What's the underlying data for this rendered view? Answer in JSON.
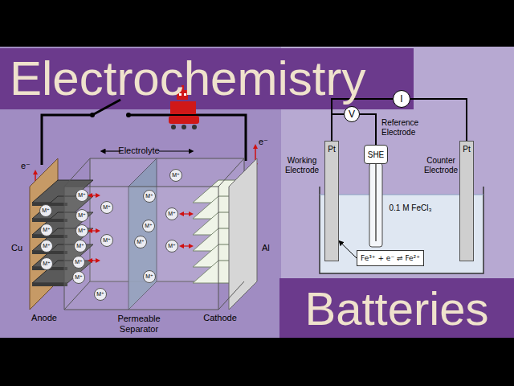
{
  "diagram": {
    "title": "Electrochemistry",
    "nodes": [
      {
        "text": [
          "Batteries"
        ]
      },
      {
        "text": [
          "V"
        ]
      },
      {
        "text": [
          "I"
        ]
      },
      {
        "text": [
          "SHE"
        ]
      },
      {
        "text": [
          "Pt"
        ]
      },
      {
        "text": [
          "Pt"
        ]
      },
      {
        "text": [
          "Fe³⁺ + e⁻ ⇌ Fe²⁺"
        ]
      },
      {
        "text": [
          "M⁺"
        ]
      },
      {
        "text": [
          "M⁺"
        ]
      },
      {
        "text": [
          "M⁺"
        ]
      },
      {
        "text": [
          "M⁺"
        ]
      },
      {
        "text": [
          "M⁺"
        ]
      },
      {
        "text": [
          "M⁺"
        ]
      },
      {
        "text": [
          "M⁺"
        ]
      },
      {
        "text": [
          "M⁺"
        ]
      },
      {
        "text": [
          "M⁺"
        ]
      },
      {
        "text": [
          "M⁺"
        ]
      },
      {
        "text": [
          "M⁺"
        ]
      },
      {
        "text": [
          "M⁺"
        ]
      },
      {
        "text": [
          "M⁺"
        ]
      },
      {
        "text": [
          "M⁺"
        ]
      },
      {
        "text": [
          "M⁺"
        ]
      },
      {
        "text": [
          "M⁺"
        ]
      },
      {
        "text": [
          "M⁺"
        ]
      },
      {
        "text": [
          "M⁺"
        ]
      },
      {
        "text": [
          "M⁺"
        ]
      },
      {
        "text": [
          "M⁺"
        ]
      }
    ],
    "edges": [
      {
        "from": 4,
        "to": 1,
        "arrow": "none"
      },
      {
        "from": 1,
        "to": 3,
        "arrow": "none"
      },
      {
        "from": 4,
        "to": 2,
        "arrow": "none"
      },
      {
        "from": 2,
        "to": 5,
        "arrow": "none"
      },
      {
        "from": 6,
        "to": 4,
        "arrow": "to"
      }
    ],
    "labels": [
      "e⁻",
      "e⁻",
      "Electrolyte",
      "Cu",
      "Al",
      "Anode",
      "Permeable Separator",
      "Cathode",
      "Working Electrode",
      "Reference Electrode",
      "Counter Electrode",
      "0.1 M FeCl₃"
    ]
  }
}
